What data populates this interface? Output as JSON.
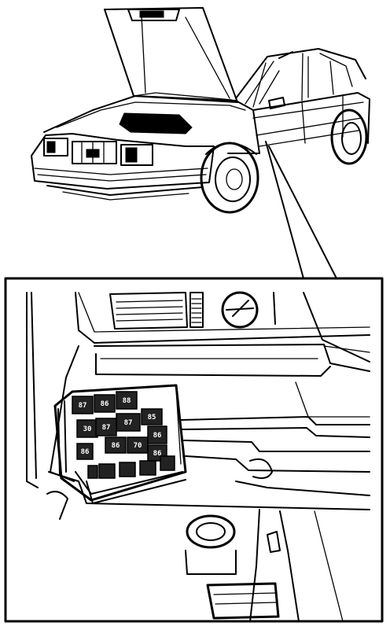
{
  "diagram": {
    "relays": [
      {
        "id": "r1",
        "label": "87"
      },
      {
        "id": "r2",
        "label": "86"
      },
      {
        "id": "r3",
        "label": "88"
      },
      {
        "id": "r4",
        "label": "85"
      },
      {
        "id": "r5",
        "label": "87"
      },
      {
        "id": "r6",
        "label": "30"
      },
      {
        "id": "r7",
        "label": "87"
      },
      {
        "id": "r8",
        "label": "86"
      },
      {
        "id": "r9",
        "label": "86"
      },
      {
        "id": "r10",
        "label": "70"
      },
      {
        "id": "r11",
        "label": "86"
      },
      {
        "id": "r12",
        "label": "86"
      }
    ]
  }
}
